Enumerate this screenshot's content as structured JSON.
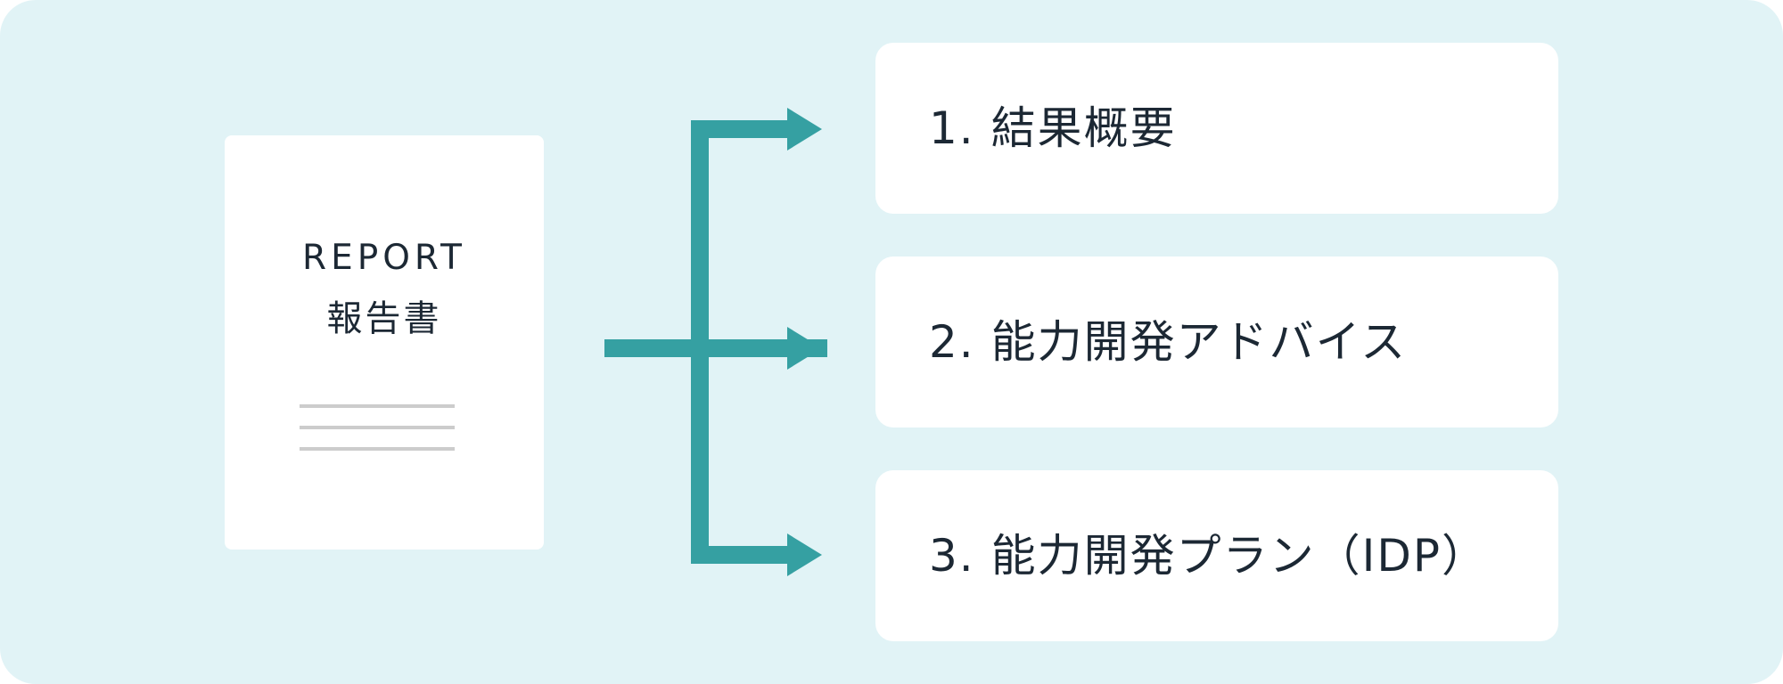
{
  "report": {
    "title": "REPORT",
    "subtitle": "報告書"
  },
  "sections": [
    {
      "label": "1. 結果概要"
    },
    {
      "label": "2. 能力開発アドバイス"
    },
    {
      "label": "3. 能力開発プラン（IDP）"
    }
  ],
  "colors": {
    "background": "#e1f3f6",
    "card": "#ffffff",
    "arrow": "#35a0a2",
    "text": "#1c2834",
    "doc_lines": "#cccccc"
  }
}
